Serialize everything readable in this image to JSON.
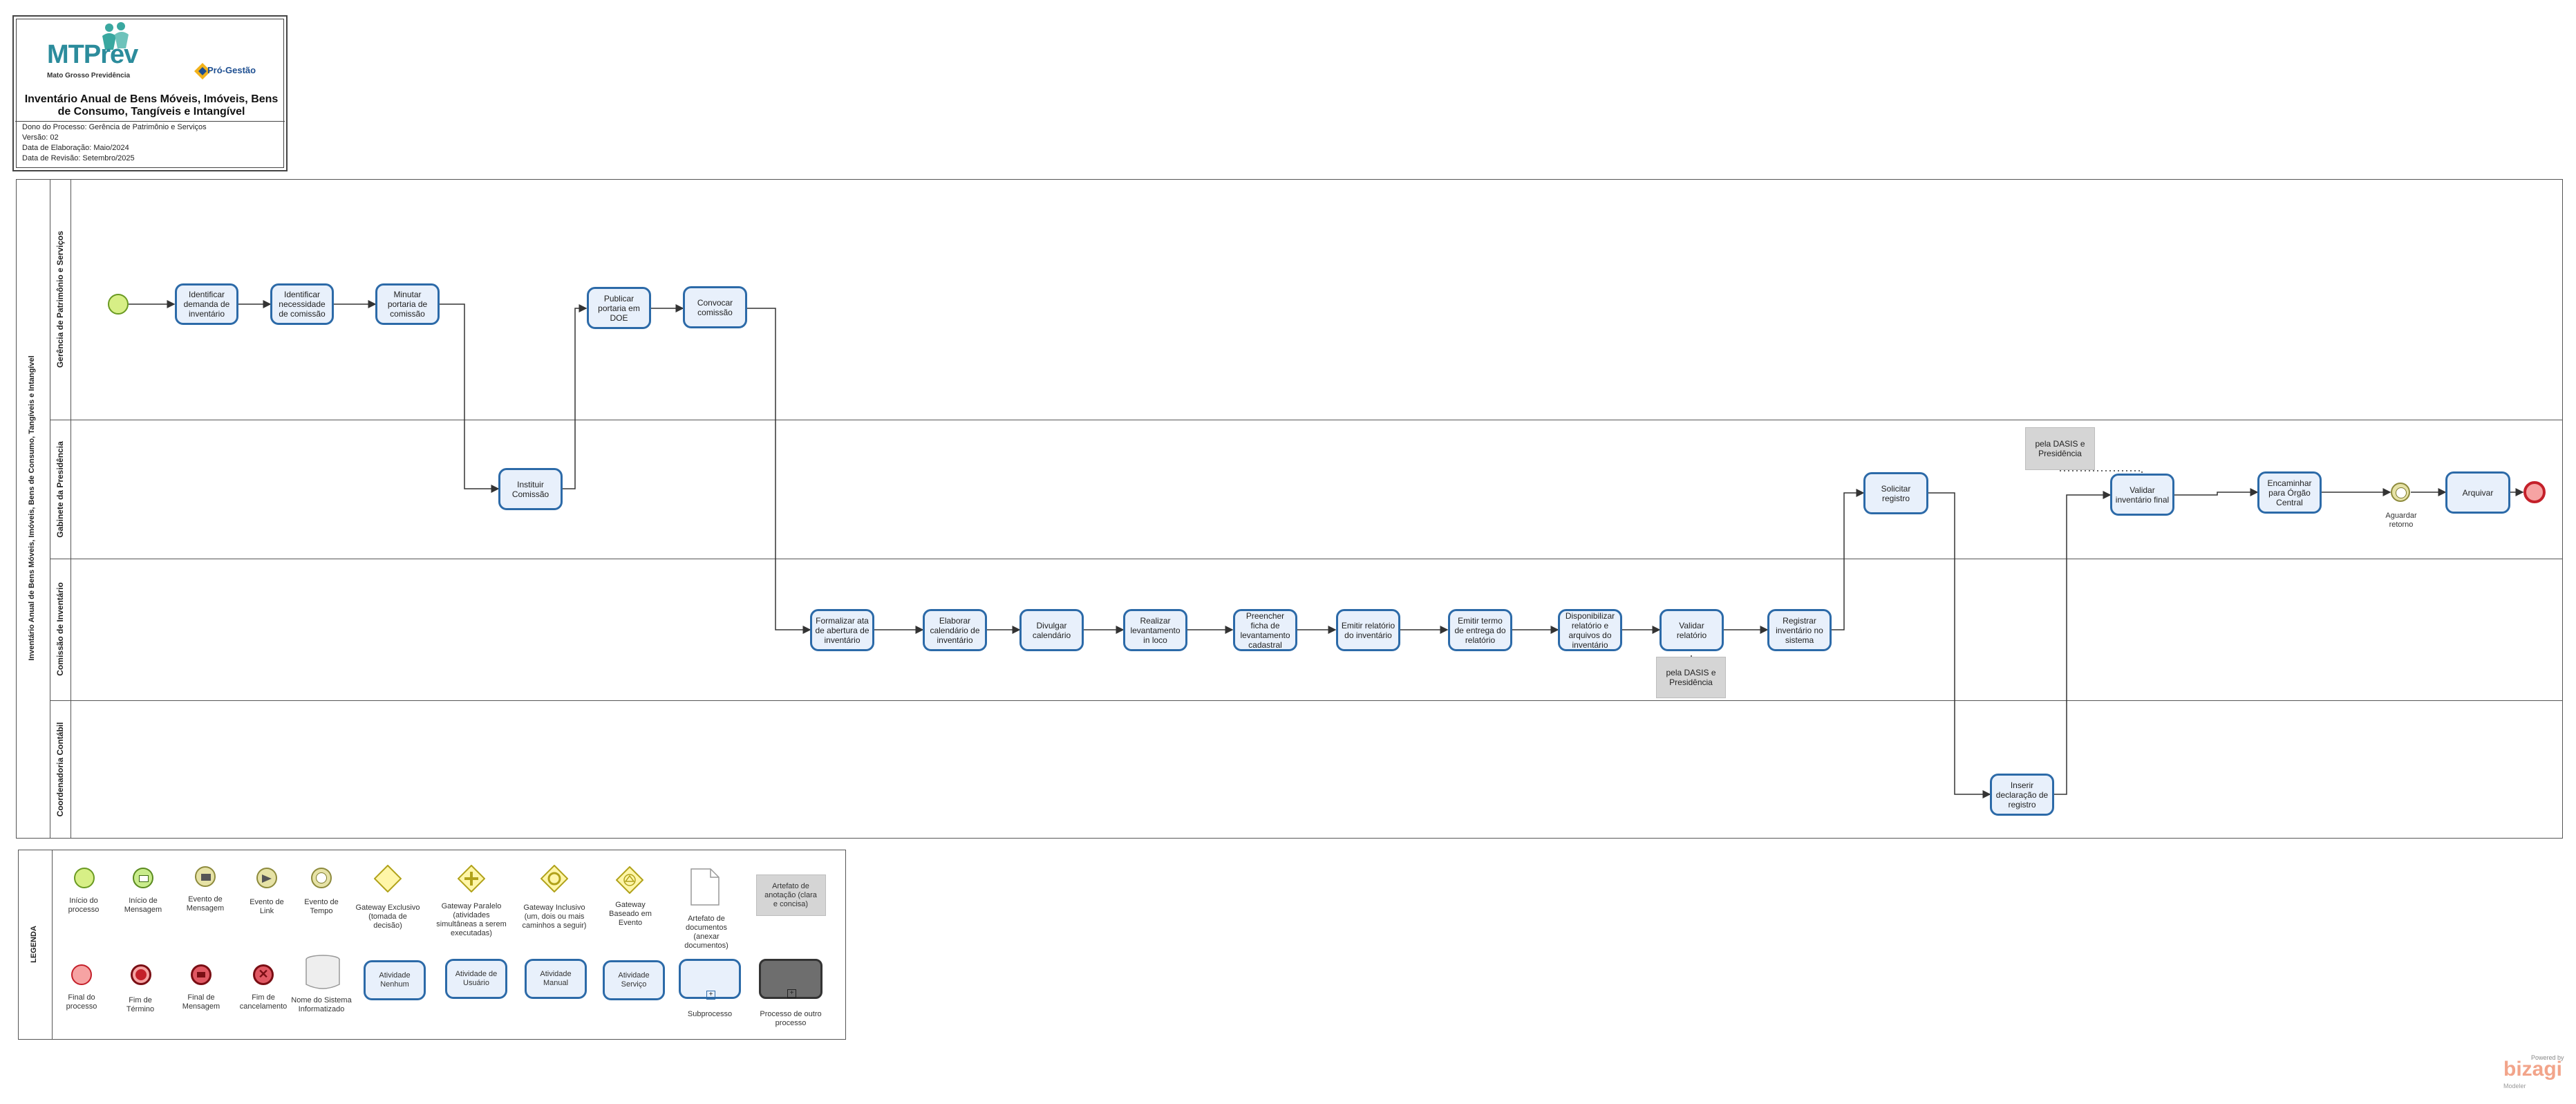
{
  "header": {
    "logo_mtprev_main": "MTPrev",
    "logo_mtprev_sub": "Mato Grosso Previdência",
    "logo_progestao": "Pró-Gestão",
    "title": "Inventário Anual de Bens Móveis, Imóveis, Bens de Consumo, Tangíveis e Intangível",
    "meta": [
      "Dono do Processo: Gerência de Patrimônio  e Serviços",
      "Versão: 02",
      "Data de Elaboração: Maio/2024",
      "Data de Revisão: Setembro/2025"
    ]
  },
  "pool": {
    "label": "Inventário Anual de Bens Móveis, Imóveis, Bens de Consumo, Tangíveis e Intangível",
    "lanes": [
      "Gerência de Patrimônio e Serviços",
      "Gabinete da Presidência",
      "Comissão de Inventário",
      "Coordenadoria Contábil"
    ]
  },
  "tasks": {
    "t1": "Identificar demanda de inventário",
    "t2": "Identificar necessidade de comissão",
    "t3": "Minutar portaria de comissão",
    "t4": "Instituir Comissão",
    "t5": "Publicar portaria em DOE",
    "t6": "Convocar comissão",
    "t7": "Formalizar ata de abertura de inventário",
    "t8": "Elaborar calendário de inventário",
    "t9": "Divulgar calendário",
    "t10": "Realizar levantamento in loco",
    "t11": "Preencher ficha de levantamento cadastral",
    "t12": "Emitir relatório do inventário",
    "t13": "Emitir termo de entrega do relatório",
    "t14": "Disponibilizar relatório e arquivos do inventário",
    "t15": "Validar relatório",
    "t16": "Registrar inventário no sistema",
    "t17": "Solicitar registro",
    "t18": "Inserir declaração de registro",
    "t19": "Validar inventário  final",
    "t20": "Encaminhar para Órgão Central",
    "t21": "Arquivar",
    "timer_label": "Aguardar retorno"
  },
  "annotations": {
    "a1": "pela DASIS e Presidência",
    "a2": "pela DASIS e Presidência"
  },
  "legend": {
    "title": "LEGENDA",
    "row1": [
      "Início do processo",
      "Início de Mensagem",
      "Evento de Mensagem",
      "Evento de Link",
      "Evento de Tempo",
      "Gateway  Exclusivo (tomada de decisão)",
      "Gateway  Paralelo (atividades simultâneas a serem executadas)",
      "Gateway  Inclusivo (um, dois ou mais caminhos a seguir)",
      "Gateway Baseado em Evento",
      "Artefato de documentos (anexar documentos)",
      "Artefato de anotação (clara e concisa)"
    ],
    "row2": [
      "Final do processo",
      "Fim de Término",
      "Final de Mensagem",
      "Fim de cancelamento",
      "Nome do Sistema Informatizado",
      "Atividade Nenhum",
      "Atividade de Usuário",
      "Atividade Manual",
      "Atividade Serviço",
      "Subprocesso",
      "Processo de outro processo"
    ]
  },
  "footer": {
    "powered_by": "Powered by",
    "brand": "bizagi",
    "brand_sub": "Modeler"
  }
}
